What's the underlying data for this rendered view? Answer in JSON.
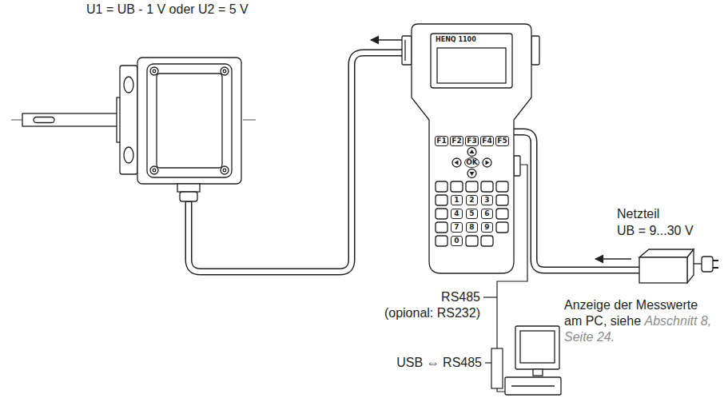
{
  "diagram": {
    "nodes": [
      {
        "text": [
          "HENQ 1100"
        ]
      },
      {
        "text": [
          "F1"
        ],
        "in": 0
      },
      {
        "text": [
          "F2"
        ],
        "in": 0
      },
      {
        "text": [
          "F3"
        ],
        "in": 0
      },
      {
        "text": [
          "F4"
        ],
        "in": 0
      },
      {
        "text": [
          "F5"
        ],
        "in": 0
      },
      {
        "text": [
          "OK"
        ],
        "in": 0
      },
      {
        "text": [
          "1"
        ],
        "in": 0
      },
      {
        "text": [
          "2"
        ],
        "in": 0
      },
      {
        "text": [
          "3"
        ],
        "in": 0
      },
      {
        "text": [
          "4"
        ],
        "in": 0
      },
      {
        "text": [
          "5"
        ],
        "in": 0
      },
      {
        "text": [
          "6"
        ],
        "in": 0
      },
      {
        "text": [
          "7"
        ],
        "in": 0
      },
      {
        "text": [
          "8"
        ],
        "in": 0
      },
      {
        "text": [
          "9"
        ],
        "in": 0
      },
      {
        "text": [
          "0"
        ],
        "in": 0
      }
    ],
    "labels": [
      "U1 = UB - 1 V oder U2 = 5 V",
      "Netzteil",
      "UB = 9...30 V",
      "RS485",
      "(opional: RS232)",
      "USB ⇔ RS485",
      "Anzeige der Messwerte am PC, siehe",
      "Abschnitt 8, Seite 24."
    ]
  }
}
